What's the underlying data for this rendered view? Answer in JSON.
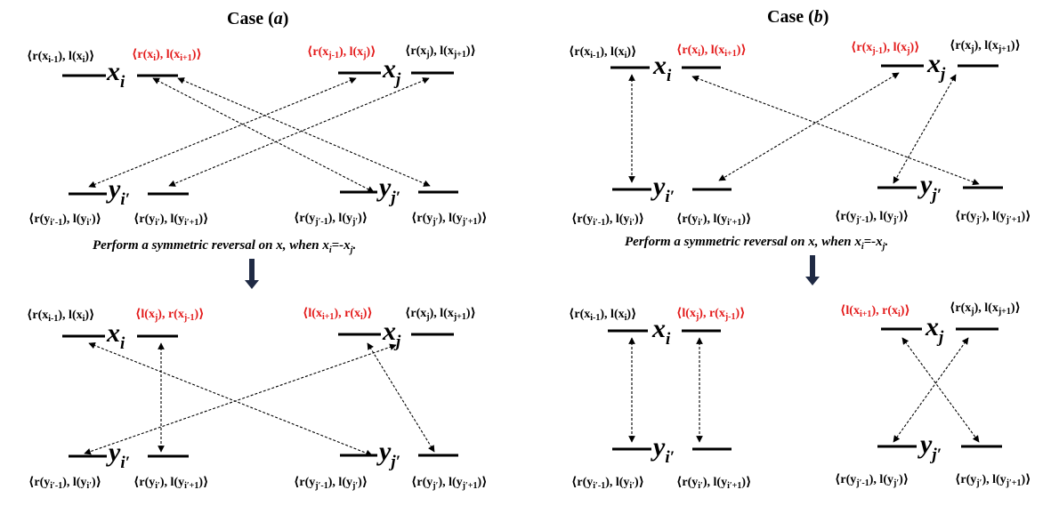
{
  "panels": [
    {
      "title_prefix": "Case (",
      "title_case": "a",
      "title_suffix": ")",
      "caption": {
        "text": "Perform a symmetric reversal on x, when x",
        "sub": "i",
        "tail": "=-x",
        "sub2": "j",
        "end": "."
      }
    },
    {
      "title_prefix": "Case (",
      "title_case": "b",
      "title_suffix": ")",
      "caption": {
        "text": "Perform a symmetric reversal on x, when x",
        "sub": "i",
        "tail": "=-x",
        "sub2": "j",
        "end": "."
      }
    }
  ],
  "nodes": {
    "xi": {
      "base": "x",
      "sub": "i"
    },
    "xj": {
      "base": "x",
      "sub": "j"
    },
    "yi": {
      "base": "y",
      "sub": "i′"
    },
    "yj": {
      "base": "y",
      "sub": "j′"
    }
  },
  "labels": {
    "r_xi1_l_xi": "⟨r(x​i-1), l(xi)⟩",
    "r_xi_l_xi1": "⟨r(xi), l(xi+1)⟩",
    "r_xj1_l_xj": "⟨r(xj-1), l(xj)⟩",
    "r_xj_l_xj1": "⟨r(xj), l(xj+1)⟩",
    "r_yi1_l_yi": "⟨r(yi′-1), l(yi′)⟩",
    "r_yi_l_yi1": "⟨r(yi′), l(yi′+1)⟩",
    "r_yj1_l_yj": "⟨r(yj′-1), l(yj′)⟩",
    "r_yj_l_yj1": "⟨r(yj′), l(yj′+1)⟩",
    "l_xj_r_xj1": "⟨l(xj), r(xj-1)⟩",
    "l_xi1_r_xi": "⟨l(xi+1), r(xi)⟩"
  },
  "arrow_color": "#000000",
  "highlight_color": "#e31a1a",
  "down_arrow_color": "#1f2a44"
}
